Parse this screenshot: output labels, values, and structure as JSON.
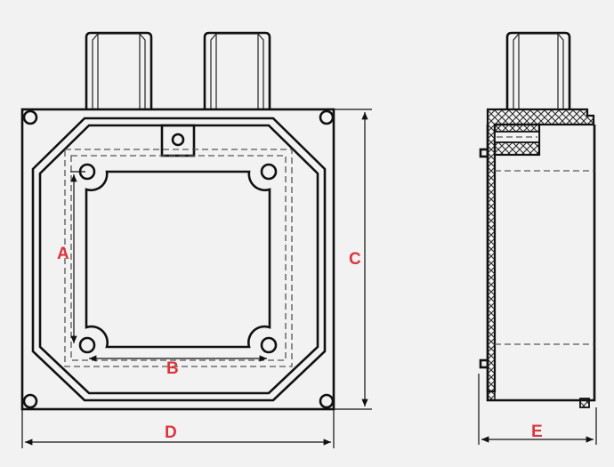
{
  "colors": {
    "background": "#f2f2f2",
    "line": "#111111",
    "label": "#d9363e"
  },
  "dimensions": {
    "A": "A",
    "B": "B",
    "C": "C",
    "D": "D",
    "E": "E"
  }
}
